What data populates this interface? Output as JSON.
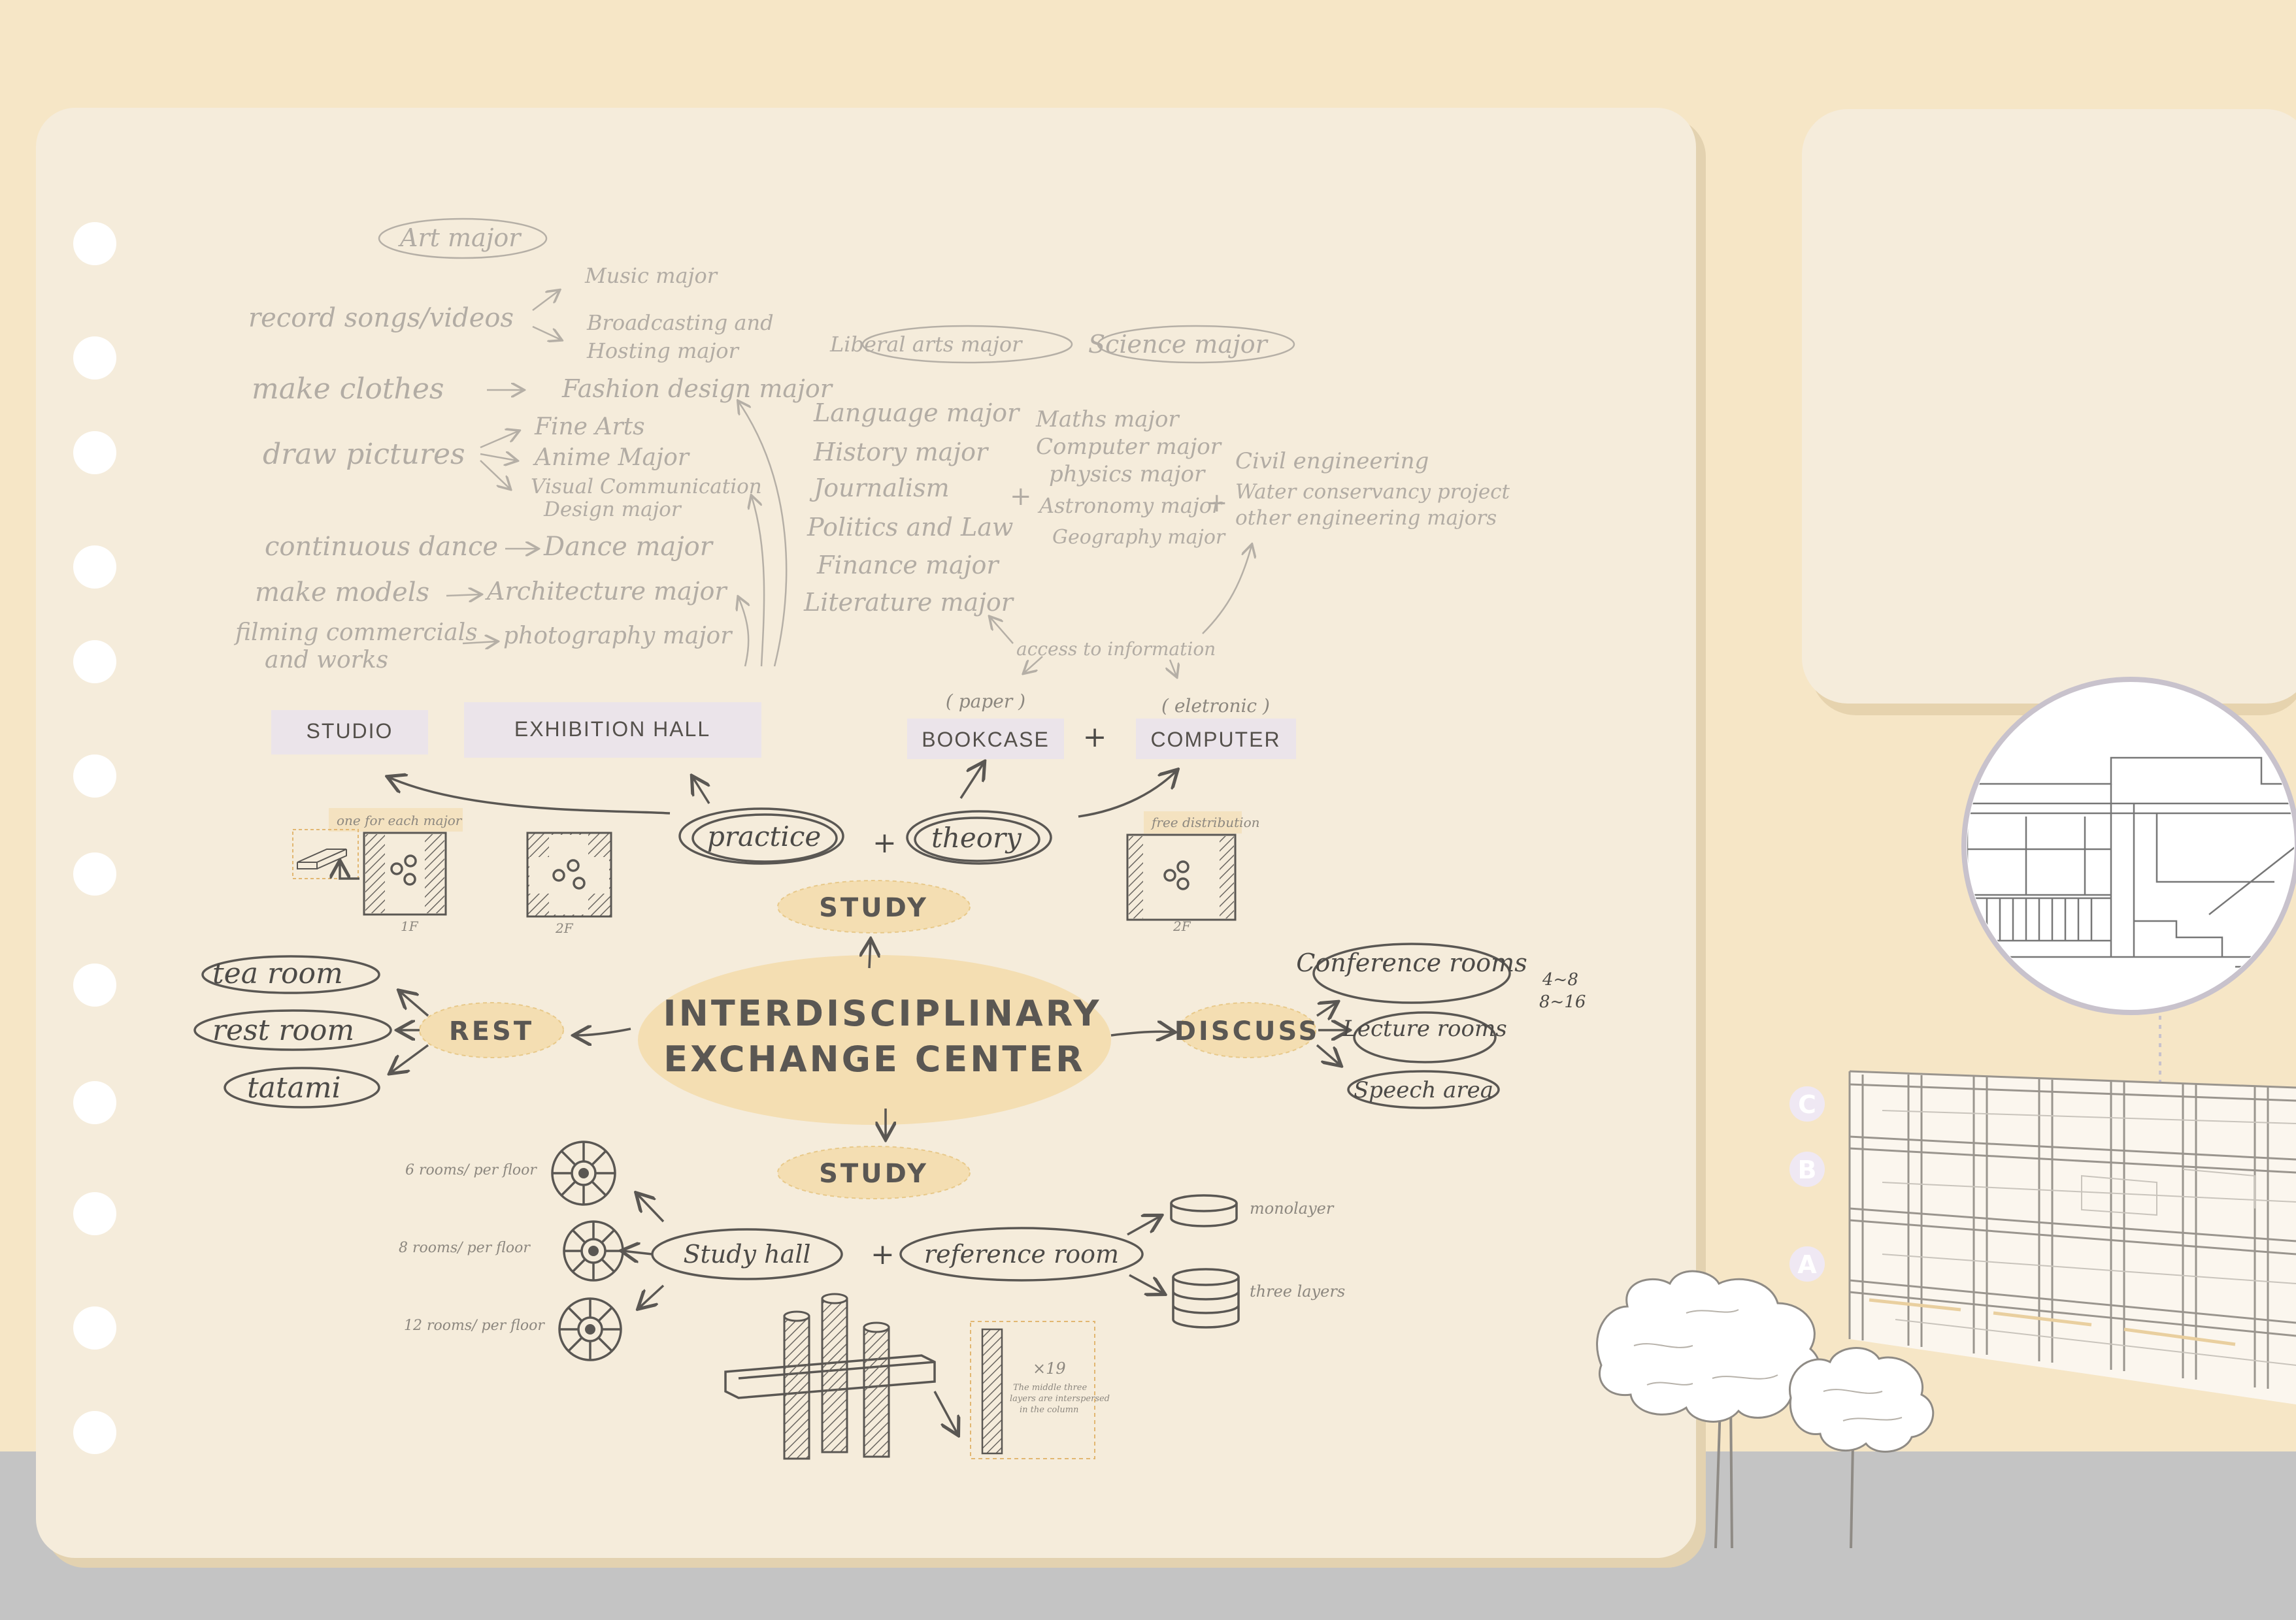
{
  "palette": {
    "background": "#f6e6c6",
    "paper": "#f5ecdb",
    "ground": "#c4c4c4",
    "label_box": "#ebe4ea",
    "bubble": "#f4deb2",
    "ink": "#5a5753",
    "pencil": "#b2aca4"
  },
  "top": {
    "art": {
      "header": "Art major",
      "sources": [
        "record songs/videos",
        "make clothes",
        "draw pictures",
        "continuous dance",
        "make models",
        "filming commercials",
        "and works"
      ],
      "majors": [
        "Music major",
        "Broadcasting and",
        "Hosting major",
        "Fashion design major",
        "Fine Arts",
        "Anime Major",
        "Visual Communication",
        "Design major",
        "Dance major",
        "Architecture major",
        "photography major"
      ]
    },
    "liberal": {
      "header": "Liberal arts major",
      "majors": [
        "Language major",
        "History major",
        "Journalism",
        "Politics and Law",
        "Finance major",
        "Literature major"
      ]
    },
    "science": {
      "header": "Science major",
      "majors": [
        "Maths major",
        "Computer major",
        "physics major",
        "Astronomy major",
        "Geography major"
      ],
      "engineering": [
        "Civil engineering",
        "Water conservancy project",
        "other engineering majors"
      ]
    },
    "access": "access to information",
    "plus": "+"
  },
  "labels": {
    "studio": "STUDIO",
    "exhibition": "EXHIBITION HALL",
    "bookcase": "BOOKCASE",
    "computer": "COMPUTER",
    "paper_note": "( paper )",
    "electronic_note": "( eletronic )"
  },
  "study_top": {
    "practice": "practice",
    "theory": "theory",
    "study": "STUDY",
    "note_major": "one for each major",
    "note_free": "free distribution",
    "floor_1f": "1F",
    "floor_2f_a": "2F",
    "floor_2f_b": "2F"
  },
  "center": {
    "line1": "INTERDISCIPLINARY",
    "line2": "EXCHANGE CENTER"
  },
  "rest": {
    "label": "REST",
    "items": [
      "tea room",
      "rest room",
      "tatami"
    ]
  },
  "discuss": {
    "label": "DISCUSS",
    "items": [
      "Conference rooms",
      "Lecture rooms",
      "Speech area"
    ],
    "cap1": "4~8",
    "cap2": "8~16"
  },
  "study_bottom": {
    "label": "STUDY",
    "study_hall": "Study hall",
    "reference_room": "reference room",
    "rooms": [
      "6 rooms/ per floor",
      "8 rooms/ per floor",
      "12 rooms/ per floor"
    ],
    "monolayer": "monolayer",
    "three_layers": "three layers",
    "x19": "×19",
    "note_lines": [
      "The middle three",
      "layers are interspersed",
      "in the column"
    ]
  },
  "levels": [
    "C",
    "B",
    "A"
  ]
}
